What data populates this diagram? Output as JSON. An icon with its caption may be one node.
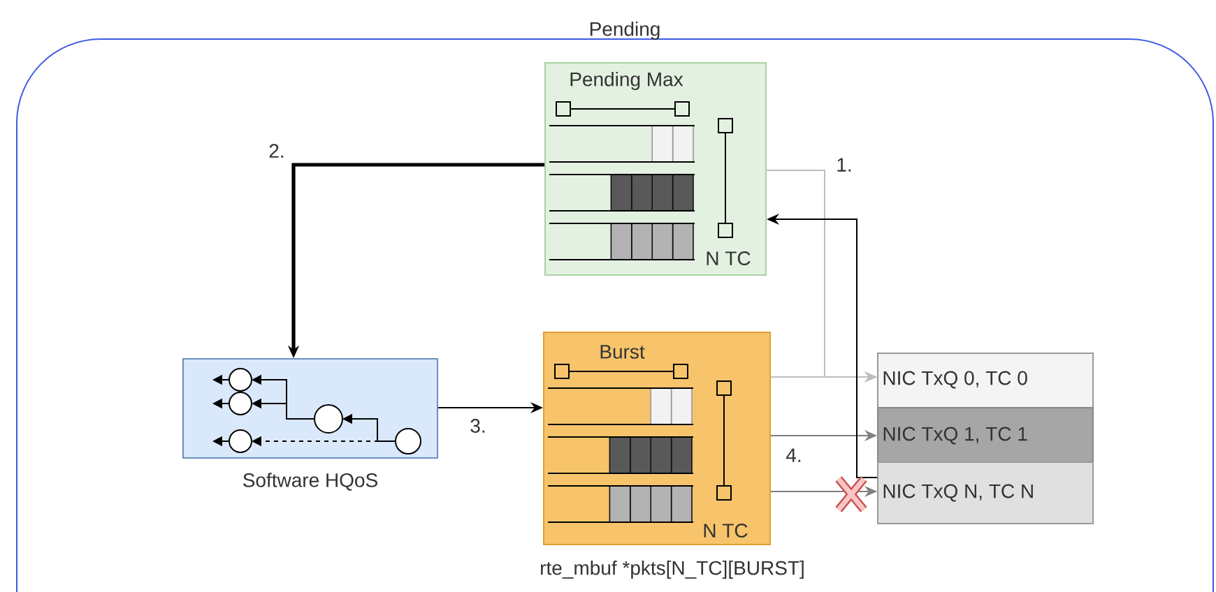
{
  "diagram": {
    "nodes": [
      {
        "text": [
          "Pending",
          "Pending Max",
          "N TC"
        ]
      },
      {
        "text": [
          "Software HQoS"
        ]
      },
      {
        "text": [
          "Burst",
          "N TC"
        ],
        "beside": [
          "rte_mbuf *pkts[N_TC][BURST]"
        ]
      },
      {
        "text": [
          "NIC TxQ 0, TC 0"
        ]
      },
      {
        "text": [
          "NIC TxQ 1, TC 1"
        ]
      },
      {
        "text": [
          "NIC TxQ N, TC N"
        ]
      }
    ],
    "edges": [
      {
        "from": 0,
        "to": 3,
        "arrow": "to",
        "label": "1.",
        "color": "#bdbdbd"
      },
      {
        "from": 0,
        "to": 1,
        "arrow": "to",
        "label": "2.",
        "style": "thick"
      },
      {
        "from": 1,
        "to": 2,
        "arrow": "to",
        "label": "3."
      },
      {
        "from": 2,
        "to": 3,
        "arrow": "to",
        "color": "#bdbdbd"
      },
      {
        "from": 2,
        "to": 4,
        "arrow": "to",
        "label": "4.",
        "color": "#7f7f7f"
      },
      {
        "from": 2,
        "to": 5,
        "arrow": "to",
        "color": "#7f7f7f"
      },
      {
        "from": 5,
        "to": 0,
        "arrow": "to"
      }
    ]
  }
}
